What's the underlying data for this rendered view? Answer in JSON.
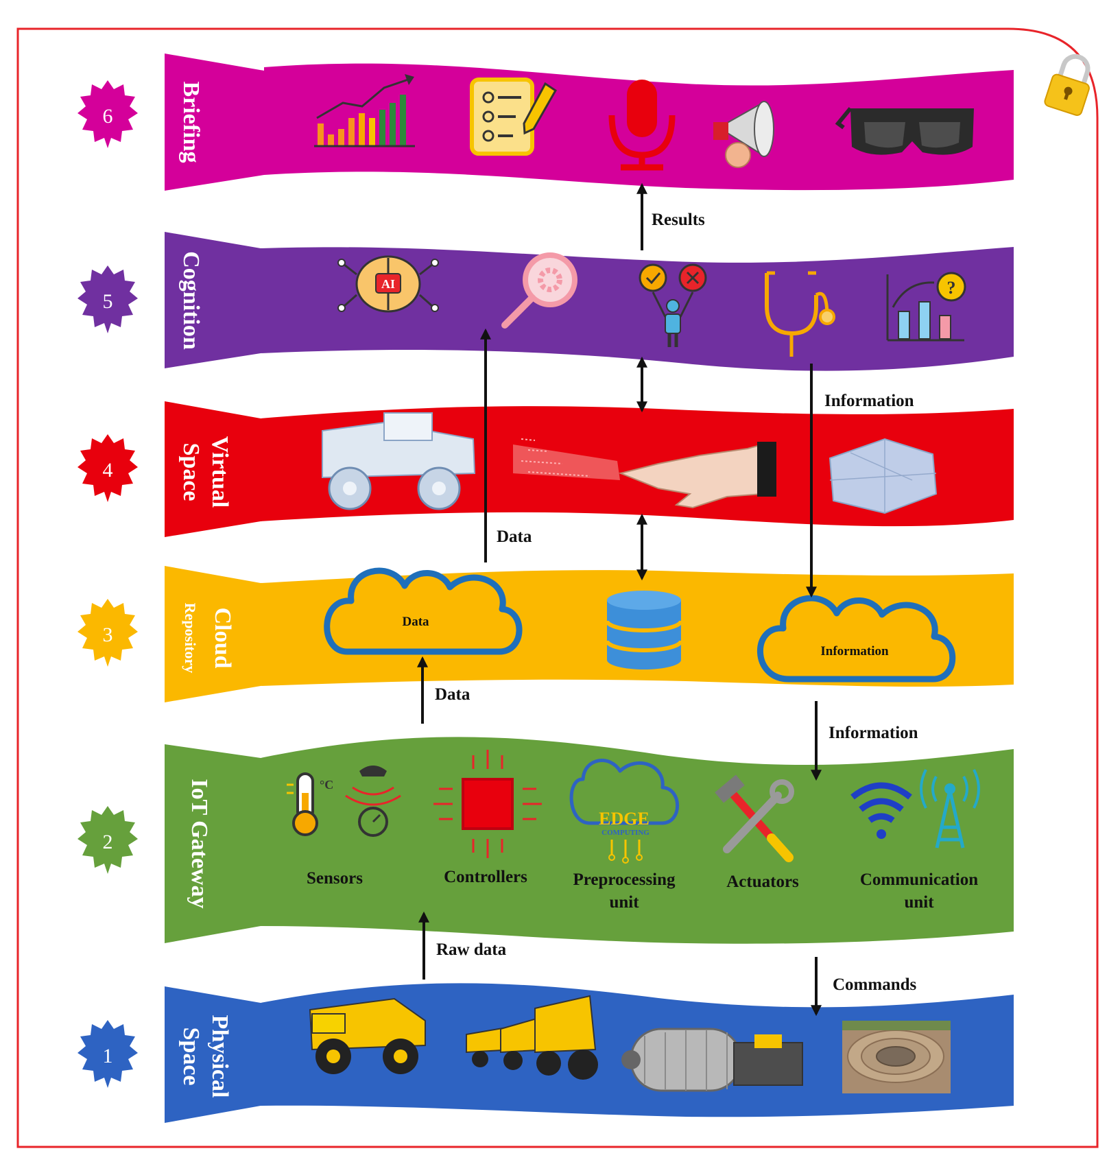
{
  "colors": {
    "frame": "#e8242a",
    "briefing": "#d4009a",
    "cognition": "#7030a0",
    "virtual": "#e8000d",
    "cloud": "#fbb800",
    "iot": "#66a03c",
    "physical": "#2e63c2",
    "arrow": "#111111"
  },
  "layers": [
    {
      "number": "6",
      "title": "Briefing",
      "color": "#d4009a"
    },
    {
      "number": "5",
      "title": "Cognition",
      "color": "#7030a0"
    },
    {
      "number": "4",
      "title_line1": "Virtual",
      "title_line2": "Space",
      "color": "#e8000d"
    },
    {
      "number": "3",
      "title_line1": "Cloud",
      "title_line2": "Repository",
      "color": "#fbb800"
    },
    {
      "number": "2",
      "title": "IoT Gateway",
      "color": "#66a03c"
    },
    {
      "number": "1",
      "title_line1": "Physical",
      "title_line2": "Space",
      "color": "#2e63c2"
    }
  ],
  "briefing_icons": [
    "bar-chart-icon",
    "checklist-icon",
    "microphone-icon",
    "megaphone-icon",
    "smart-glasses-icon"
  ],
  "cognition_icons": [
    "ai-brain-icon",
    "search-gear-icon",
    "decision-icon",
    "stethoscope-icon",
    "analytics-question-icon"
  ],
  "virtual_icons": [
    "digital-truck-icon",
    "digital-hand-icon",
    "3d-mesh-icon"
  ],
  "cloud": {
    "cloud1": "Data",
    "cloud2": "Information",
    "database_icon": "database-icon"
  },
  "iot_components": [
    {
      "label": "Sensors",
      "icon": "sensors-icon"
    },
    {
      "label": "Controllers",
      "icon": "chip-icon"
    },
    {
      "label_line1": "Preprocessing",
      "label_line2": "unit",
      "icon": "edge-computing-icon",
      "icon_text1": "EDGE",
      "icon_text2": "COMPUTING"
    },
    {
      "label": "Actuators",
      "icon": "tools-icon"
    },
    {
      "label_line1": "Communication",
      "label_line2": "unit",
      "icon": "antenna-icon"
    }
  ],
  "physical_icons": [
    "haul-truck-icon",
    "truck-fleet-icon",
    "ball-mill-icon",
    "open-pit-mine-icon"
  ],
  "arrows": {
    "results": "Results",
    "information_top": "Information",
    "data_left": "Data",
    "data_bottom": "Data",
    "information_mid": "Information",
    "raw_data": "Raw data",
    "commands": "Commands"
  },
  "temp_unit": "°C",
  "ai_label": "AI"
}
